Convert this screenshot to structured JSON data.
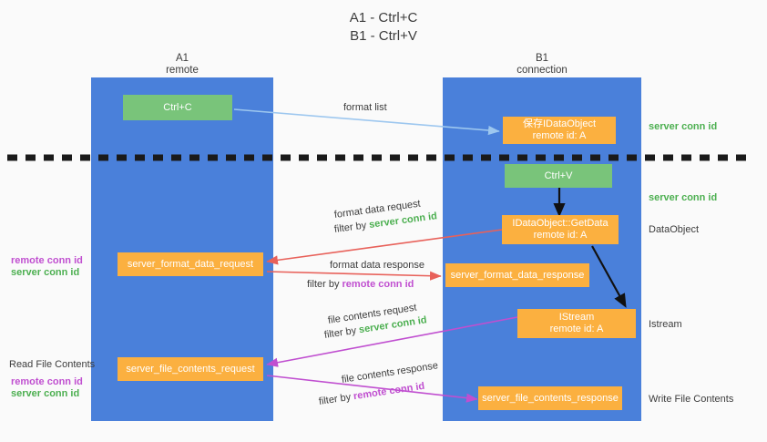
{
  "title": {
    "line1": "A1 - Ctrl+C",
    "line2": "B1 - Ctrl+V"
  },
  "columns": [
    {
      "name": "A1",
      "sub": "remote"
    },
    {
      "name": "B1",
      "sub": "connection"
    }
  ],
  "colors": {
    "panel_blue": "#4a80da",
    "box_orange": "#fbb040",
    "box_green": "#79c47a",
    "server_conn_green": "#4caf50",
    "remote_conn_purple": "#c04fd0",
    "arrow_light_blue": "#9dc7ef",
    "arrow_red": "#e8615a",
    "arrow_magenta": "#c04fd0",
    "arrow_black": "#000000",
    "background": "#fafafa"
  },
  "boxes": {
    "ctrl_c": {
      "label": "Ctrl+C"
    },
    "ctrl_v": {
      "label": "Ctrl+V"
    },
    "save_idataobject": {
      "line1": "保存IDataObject",
      "line2": "remote id: A"
    },
    "getdata": {
      "line1": "IDataObject::GetData",
      "line2": "remote id: A"
    },
    "istream": {
      "line1": "IStream",
      "line2": "remote id: A"
    },
    "server_format_data_request": {
      "label": "server_format_data_request"
    },
    "server_format_data_response": {
      "label": "server_format_data_response"
    },
    "server_file_contents_request": {
      "label": "server_file_contents_request"
    },
    "server_file_contents_response": {
      "label": "server_file_contents_response"
    }
  },
  "right_labels": [
    {
      "text": "server conn id",
      "style": "green"
    },
    {
      "text": "server conn id",
      "style": "green"
    },
    {
      "text": "DataObject",
      "style": "dark"
    },
    {
      "text": "Istream",
      "style": "dark"
    },
    {
      "text": "Write File Contents",
      "style": "dark"
    }
  ],
  "left_labels": {
    "group1": [
      {
        "text": "remote conn id",
        "style": "purple"
      },
      {
        "text": "server conn id",
        "style": "green"
      }
    ],
    "read_file_contents": "Read File Contents",
    "group2": [
      {
        "text": "remote conn id",
        "style": "purple"
      },
      {
        "text": "server conn id",
        "style": "green"
      }
    ]
  },
  "edge_labels": {
    "format_list": "format list",
    "format_data_request": "format data request",
    "format_data_request_filter_prefix": "filter by ",
    "format_data_request_filter_value": "server conn id",
    "format_data_response": "format data response",
    "format_data_response_filter_prefix": "filter by ",
    "format_data_response_filter_value": "remote conn id",
    "file_contents_request": "file contents request",
    "file_contents_request_filter_prefix": "filter by ",
    "file_contents_request_filter_value": "server conn id",
    "file_contents_response": "file contents response",
    "file_contents_response_filter_prefix": "filter by ",
    "file_contents_response_filter_value": "remote conn id"
  }
}
